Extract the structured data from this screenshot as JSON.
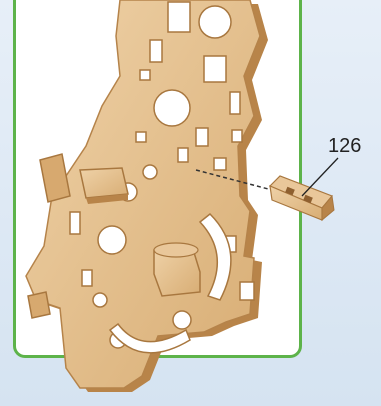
{
  "callout": {
    "part_number": "126"
  },
  "colors": {
    "frame_border": "#5db34a",
    "frame_fill": "#ffffff",
    "background": "#dbe7f3",
    "wood_light": "#e9c79a",
    "wood_mid": "#d7a96f",
    "wood_dark": "#b88449",
    "hole": "#ffffff"
  },
  "icons": {
    "leader_line": "callout-leader",
    "guide_line": "dashed-alignment-line"
  }
}
